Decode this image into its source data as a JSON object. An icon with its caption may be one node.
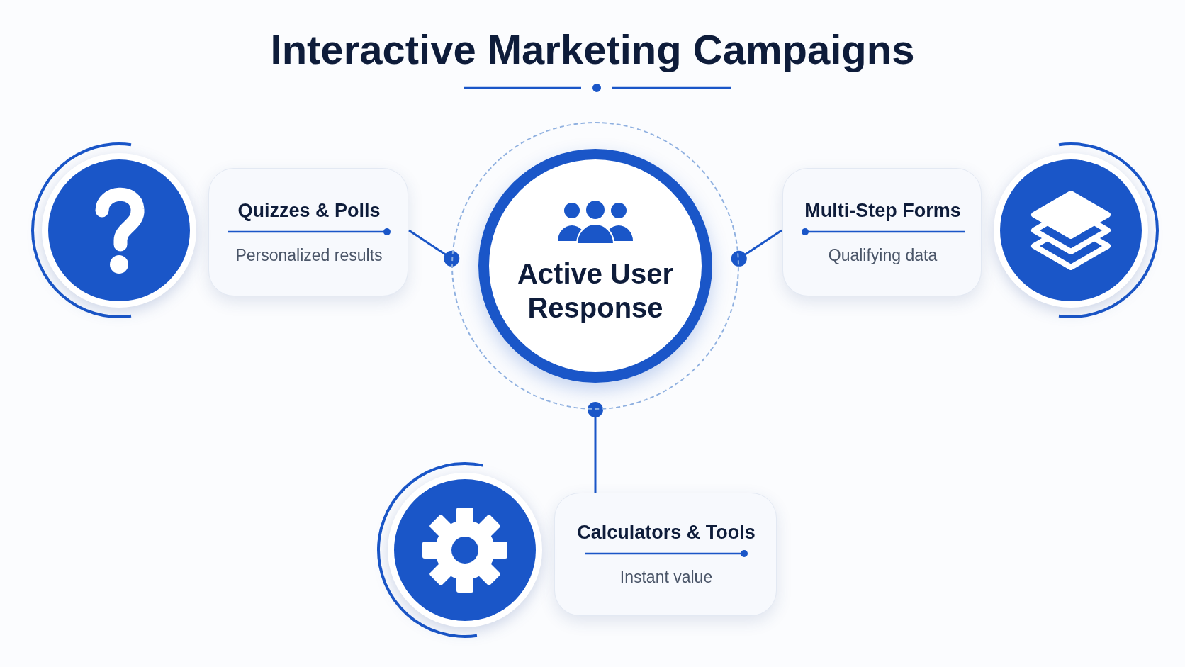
{
  "diagram": {
    "title": "Interactive Marketing Campaigns",
    "nodes": [
      {
        "text": [
          "Active User Response"
        ]
      },
      {
        "text": [
          "Quizzes & Polls",
          "Personalized results"
        ]
      },
      {
        "text": [
          "Multi-Step Forms",
          "Qualifying data"
        ]
      },
      {
        "text": [
          "Calculators & Tools",
          "Instant value"
        ]
      }
    ],
    "edges": [
      {
        "from": 1,
        "to": 0,
        "arrow": "other"
      },
      {
        "from": 2,
        "to": 0,
        "arrow": "other"
      },
      {
        "from": 3,
        "to": 0,
        "arrow": "other"
      }
    ]
  }
}
